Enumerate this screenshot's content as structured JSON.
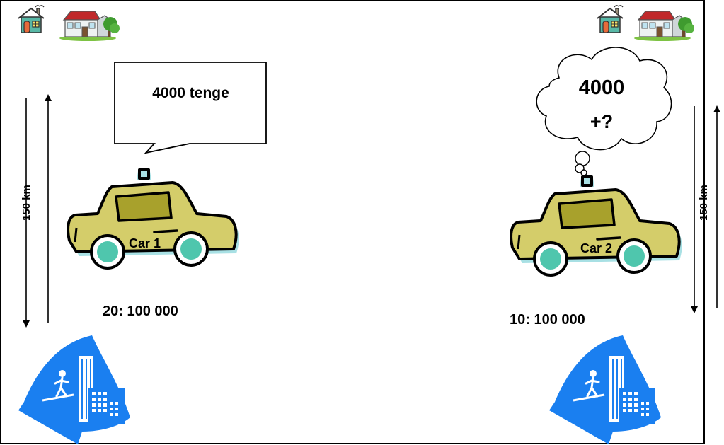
{
  "callout": {
    "text": "4000 tenge"
  },
  "thought": {
    "line1": "4000",
    "line2": "+?"
  },
  "cars": [
    {
      "label": "Car 1",
      "ratio": "20: 100 000",
      "distance": "150 km"
    },
    {
      "label": "Car 2",
      "ratio": "10: 100 000",
      "distance": "150 km"
    }
  ],
  "colors": {
    "taxi_body": "#d4cd6a",
    "taxi_window": "#a8a12c",
    "wheel": "#4fc6ad",
    "city_blue": "#1a7ff0",
    "outline": "#000000"
  },
  "icons": [
    "small-house-icon",
    "house-with-tree-icon",
    "taxi-car-icon",
    "city-building-icon",
    "speech-callout-icon",
    "thought-cloud-icon"
  ]
}
